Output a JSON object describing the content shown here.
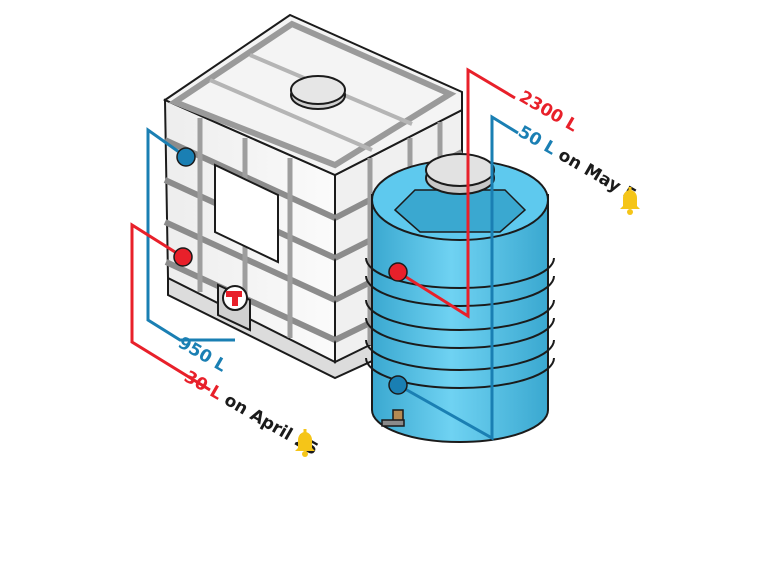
{
  "labels": {
    "ibc_level": "950 L",
    "ibc_consumption_value": "30 L",
    "ibc_consumption_date": "on April 25",
    "tank_level": "2300 L",
    "tank_consumption_value": "50 L",
    "tank_consumption_date": "on May 5"
  },
  "colors": {
    "red": "#e8202a",
    "blue": "#1a7fb3",
    "tank_fill": "#56c5ea",
    "tank_dark": "#3aa8d0",
    "ibc_frame": "#d9d9d9",
    "ibc_body": "#f4f4f4",
    "outline": "#1b1b1b",
    "bell": "#f5c518",
    "text_dark": "#1b1b1b"
  },
  "icons": [
    "bell-icon",
    "bell-icon"
  ]
}
